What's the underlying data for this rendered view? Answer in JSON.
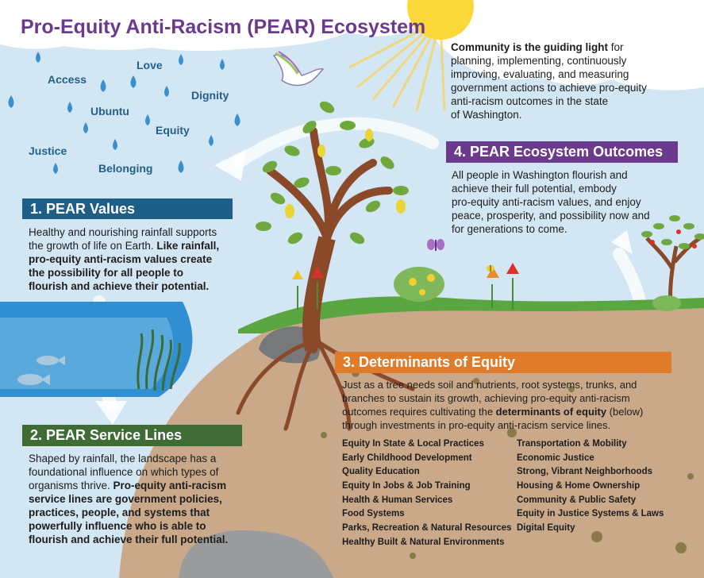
{
  "title": "Pro-Equity Anti-Racism (PEAR) Ecosystem",
  "raindrop_words": [
    "Access",
    "Love",
    "Dignity",
    "Ubuntu",
    "Equity",
    "Justice",
    "Belonging"
  ],
  "community_text": {
    "bold": "Community is the guiding light",
    "rest_line1": " for",
    "lines": [
      "planning, implementing, continuously",
      "improving, evaluating, and measuring",
      "government actions to achieve pro-equity",
      "anti-racism outcomes in the state",
      "of Washington."
    ]
  },
  "sections": {
    "values": {
      "header": "1. PEAR Values",
      "text_line1": "Healthy and nourishing rainfall supports",
      "text_line2": "the growth of life on Earth.",
      "bold_line2": " Like rainfall,",
      "bold_lines": [
        "pro-equity anti-racism values create",
        "the possibility for all people to",
        "flourish and achieve their potential."
      ]
    },
    "service_lines": {
      "header": "2. PEAR Service Lines",
      "lines": [
        "Shaped by rainfall, the landscape has a",
        "foundational influence on which types of"
      ],
      "line3_plain": "organisms thrive.",
      "line3_bold": " Pro-equity anti-racism",
      "bold_lines": [
        "service lines are government policies,",
        "practices, people, and systems that",
        "powerfully influence who is able to",
        "flourish and achieve their full potential."
      ]
    },
    "determinants": {
      "header": "3. Determinants of Equity",
      "lines": [
        "Just as a tree needs soil and nutrients, root systems, trunks, and",
        "branches to sustain its growth, achieving pro-equity anti-racism"
      ],
      "line3_plain": "outcomes requires cultivating the",
      "line3_bold": "determinants of equity",
      "line3_tail": " (below)",
      "line4": "through investments in pro-equity anti-racism service lines.",
      "list_left": [
        "Equity In State & Local Practices",
        "Early Childhood Development",
        "Quality Education",
        "Equity In Jobs & Job Training",
        "Health & Human Services",
        "Food Systems",
        "Parks, Recreation & Natural Resources",
        "Healthy Built & Natural Environments"
      ],
      "list_right": [
        "Transportation & Mobility",
        "Economic Justice",
        "Strong, Vibrant Neighborhoods",
        "Housing & Home Ownership",
        "Community & Public Safety",
        "Equity in Justice Systems & Laws",
        "Digital Equity"
      ]
    },
    "outcomes": {
      "header": "4. PEAR Ecosystem Outcomes",
      "lines": [
        "All people in Washington flourish and",
        "achieve their full potential, embody",
        "pro-equity anti-racism values, and enjoy",
        "peace, prosperity, and possibility now and",
        "for generations to come."
      ]
    }
  },
  "colors": {
    "title": "#6b3a8c",
    "values_header": "#1f5e86",
    "service_header": "#3f6b35",
    "determinants_header": "#e07b2a",
    "outcomes_header": "#6b3a8c",
    "sky": "#d3e6f4",
    "soil": "#c9a98a",
    "water": "#2f8fd1",
    "grass": "#5aa640"
  },
  "icons": [
    "sun-icon",
    "dove-icon",
    "raindrop-icon",
    "tree-icon",
    "butterfly-icon",
    "bee-icon",
    "fish-icon",
    "flower-icon"
  ]
}
